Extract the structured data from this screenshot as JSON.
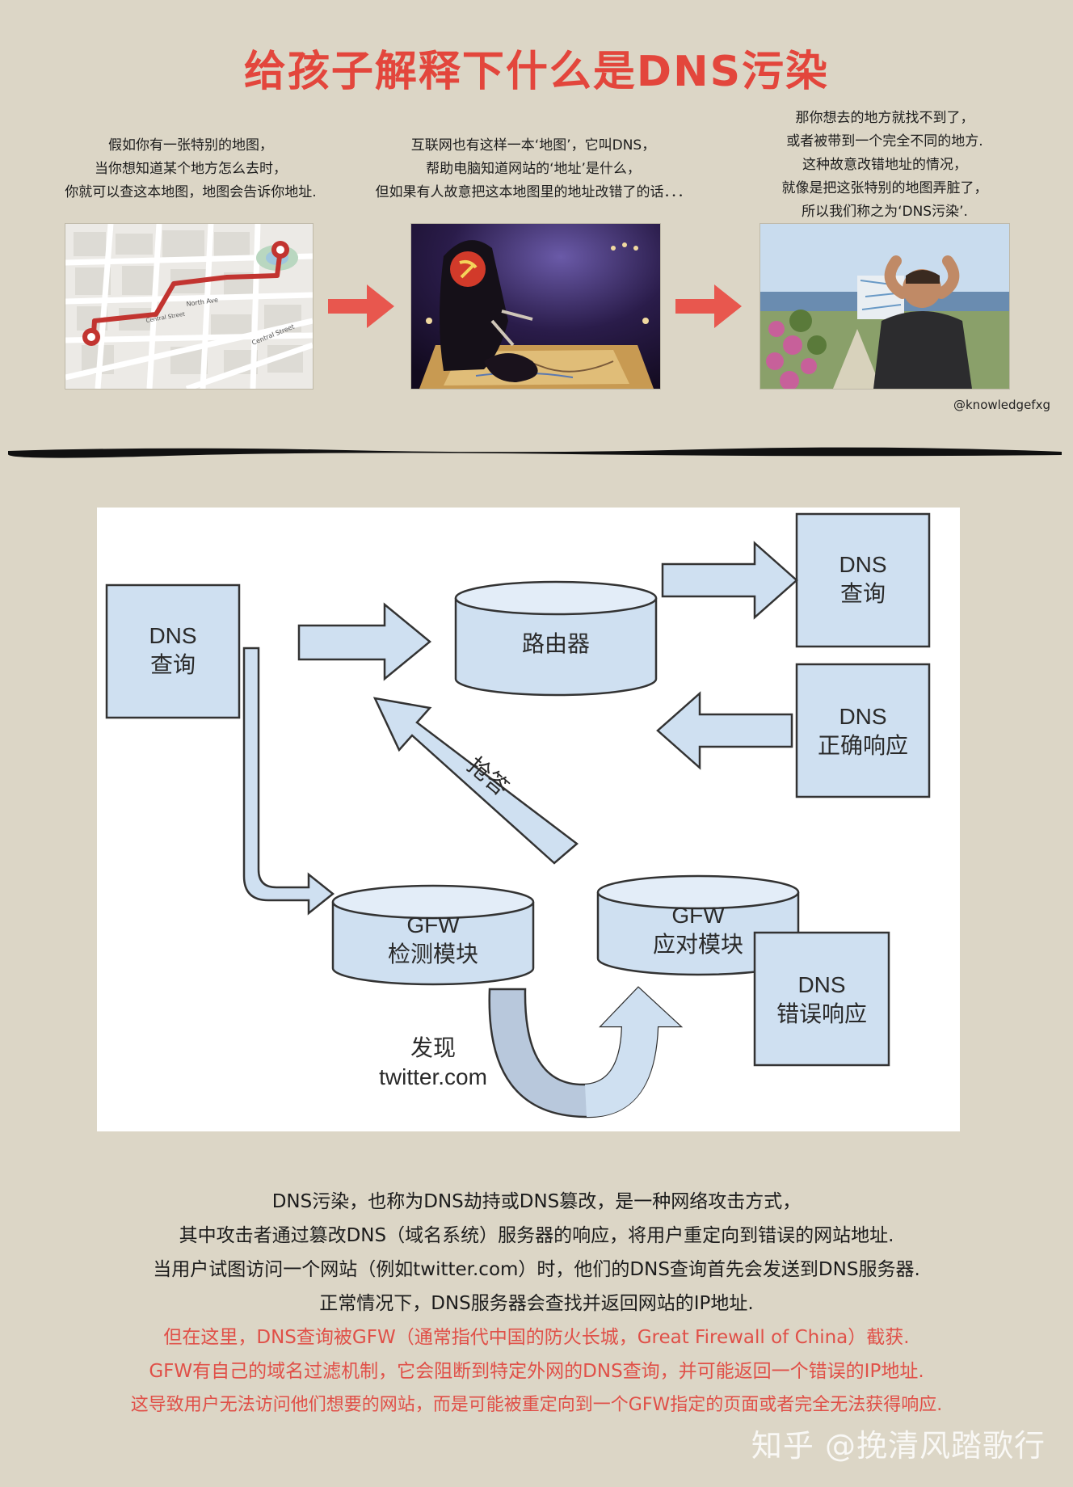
{
  "title": "给孩子解释下什么是DNS污染",
  "panels": [
    {
      "caption_lines": [
        "假如你有一张特别的地图，",
        "当你想知道某个地方怎么去时，",
        "你就可以查这本地图，地图会告诉你地址."
      ],
      "image": "city-map-route-illustration",
      "map_streets": [
        "North Ave",
        "Central Street",
        "Central Street"
      ]
    },
    {
      "caption_lines": [
        "互联网也有这样一本‘地图’，它叫DNS，",
        "帮助电脑知道网站的‘地址’是什么，",
        "但如果有人故意把这本地图里的地址改错了的话．．．"
      ],
      "image": "hooded-figure-altering-map-illustration"
    },
    {
      "caption_lines": [
        "那你想去的地方就找不到了，",
        "或者被带到一个完全不同的地方.",
        "这种故意改错地址的情况，",
        "就像是把这张特别的地图弄脏了，",
        "所以我们称之为‘DNS污染’."
      ],
      "image": "confused-man-with-map-photo"
    }
  ],
  "credit": "@knowledgefxg",
  "diagram": {
    "dns_query_left": [
      "DNS",
      "查询"
    ],
    "router": "路由器",
    "dns_query_right": [
      "DNS",
      "查询"
    ],
    "dns_correct_response": [
      "DNS",
      "正确响应"
    ],
    "race_label": "抢答",
    "gfw_detect": [
      "GFW",
      "检测模块"
    ],
    "gfw_respond": [
      "GFW",
      "应对模块"
    ],
    "dns_wrong_response": [
      "DNS",
      "错误响应"
    ],
    "found_label": [
      "发现",
      "twitter.com"
    ]
  },
  "paragraph_black": [
    "DNS污染，也称为DNS劫持或DNS篡改，是一种网络攻击方式，",
    "其中攻击者通过篡改DNS（域名系统）服务器的响应，将用户重定向到错误的网站地址.",
    "当用户试图访问一个网站（例如twitter.com）时，他们的DNS查询首先会发送到DNS服务器.",
    "正常情况下，DNS服务器会查找并返回网站的IP地址."
  ],
  "paragraph_red": [
    "但在这里，DNS查询被GFW（通常指代中国的防火长城，Great Firewall of China）截获.",
    "GFW有自己的域名过滤机制，它会阻断到特定外网的DNS查询，并可能返回一个错误的IP地址.",
    "这导致用户无法访问他们想要的网站，而是可能被重定向到一个GFW指定的页面或者完全无法获得响应."
  ],
  "watermark": "知乎 @挽清风踏歌行",
  "colors": {
    "background": "#dcd6c6",
    "title": "#e3463c",
    "red_text": "#e05048",
    "arrow_red": "#e8574e",
    "diagram_fill": "#cfe0f1"
  }
}
